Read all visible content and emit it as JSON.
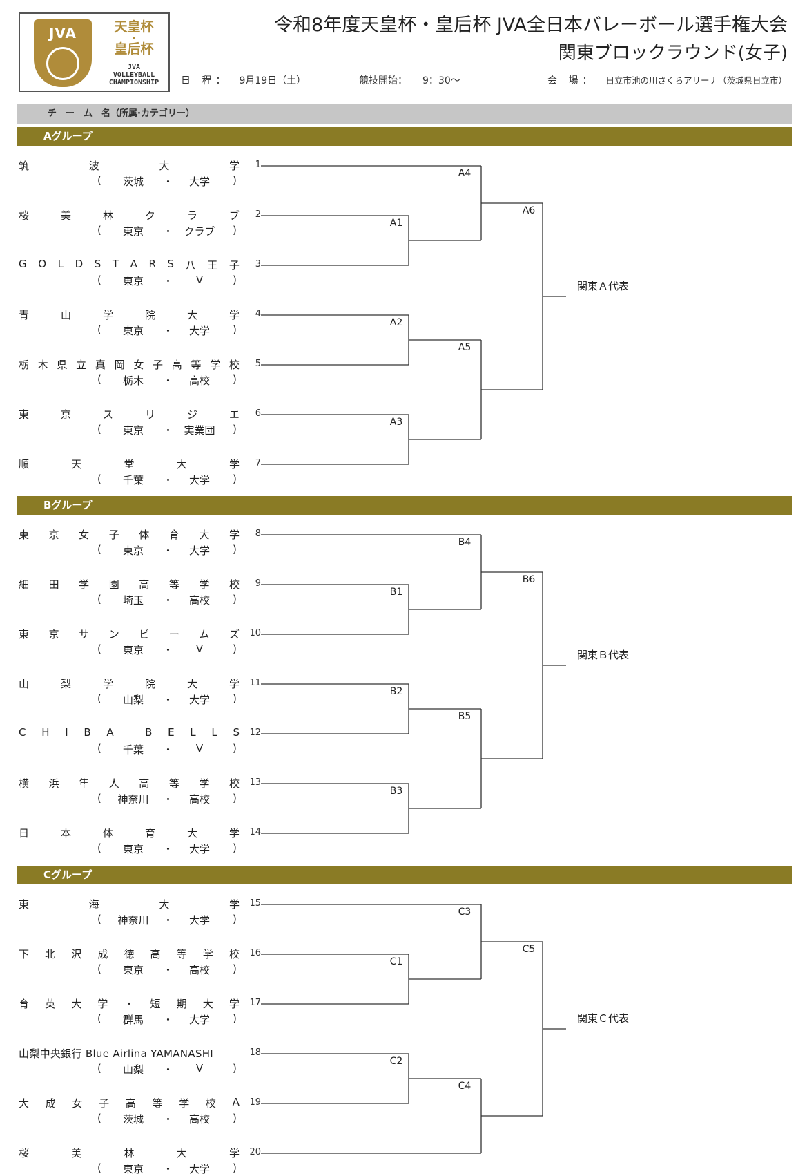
{
  "header": {
    "logo": {
      "mark": "JVA",
      "cup_line1": "天皇杯",
      "cup_dot": "・",
      "cup_line2": "皇后杯",
      "champ_line1": "JVA",
      "champ_line2": "VOLLEYBALL",
      "champ_line3": "CHAMPIONSHIP"
    },
    "title": "令和8年度天皇杯・皇后杯 JVA全日本バレーボール選手権大会",
    "subtitle": "関東ブロックラウンド(女子)",
    "schedule_label": "日 程：",
    "schedule_value": "9月19日（土）",
    "start_label": "競技開始：",
    "start_value": "9：30〜",
    "venue_label": "会 場：",
    "venue_value": "日立市池の川さくらアリーナ（茨城県日立市）"
  },
  "column_header": "チ　ー　ム　名（所属·カテゴリー）",
  "groups": [
    {
      "label": "Aグループ",
      "representative": "関東Ａ代表",
      "teams": [
        {
          "num": "1",
          "name": "筑波大学",
          "pref": "茨城",
          "cat": "大学"
        },
        {
          "num": "2",
          "name": "桜美林クラブ",
          "pref": "東京",
          "cat": "クラブ"
        },
        {
          "num": "3",
          "name": "GOLDSTARS八王子",
          "pref": "東京",
          "cat": "V"
        },
        {
          "num": "4",
          "name": "青山学院大学",
          "pref": "東京",
          "cat": "大学"
        },
        {
          "num": "5",
          "name": "栃木県立真岡女子高等学校",
          "pref": "栃木",
          "cat": "高校"
        },
        {
          "num": "6",
          "name": "東京スリジエ",
          "pref": "東京",
          "cat": "実業団"
        },
        {
          "num": "7",
          "name": "順天堂大学",
          "pref": "千葉",
          "cat": "大学"
        }
      ],
      "matches": [
        "A1",
        "A2",
        "A3",
        "A4",
        "A5",
        "A6"
      ]
    },
    {
      "label": "Bグループ",
      "representative": "関東Ｂ代表",
      "teams": [
        {
          "num": "8",
          "name": "東京女子体育大学",
          "pref": "東京",
          "cat": "大学"
        },
        {
          "num": "9",
          "name": "細田学園高等学校",
          "pref": "埼玉",
          "cat": "高校"
        },
        {
          "num": "10",
          "name": "東京サンビームズ",
          "pref": "東京",
          "cat": "V"
        },
        {
          "num": "11",
          "name": "山梨学院大学",
          "pref": "山梨",
          "cat": "大学"
        },
        {
          "num": "12",
          "name": "CHIBA BELLS",
          "pref": "千葉",
          "cat": "V"
        },
        {
          "num": "13",
          "name": "横浜隼人高等学校",
          "pref": "神奈川",
          "cat": "高校"
        },
        {
          "num": "14",
          "name": "日本体育大学",
          "pref": "東京",
          "cat": "大学"
        }
      ],
      "matches": [
        "B1",
        "B2",
        "B3",
        "B4",
        "B5",
        "B6"
      ]
    },
    {
      "label": "Cグループ",
      "representative": "関東Ｃ代表",
      "teams": [
        {
          "num": "15",
          "name": "東海大学",
          "pref": "神奈川",
          "cat": "大学"
        },
        {
          "num": "16",
          "name": "下北沢成徳高等学校",
          "pref": "東京",
          "cat": "高校"
        },
        {
          "num": "17",
          "name": "育英大学・短期大学",
          "pref": "群馬",
          "cat": "大学"
        },
        {
          "num": "18",
          "name": "山梨中央銀行 Blue Airlina YAMANASHI",
          "pref": "山梨",
          "cat": "V"
        },
        {
          "num": "19",
          "name": "大成女子高等学校A",
          "pref": "茨城",
          "cat": "高校"
        },
        {
          "num": "20",
          "name": "桜美林大学",
          "pref": "東京",
          "cat": "大学"
        }
      ],
      "matches": [
        "C1",
        "C2",
        "C3",
        "C4",
        "C5"
      ]
    }
  ],
  "colors": {
    "group_bar": "#8a7b25",
    "column_header": "#c6c6c6",
    "logo_gold": "#b08c3a"
  }
}
